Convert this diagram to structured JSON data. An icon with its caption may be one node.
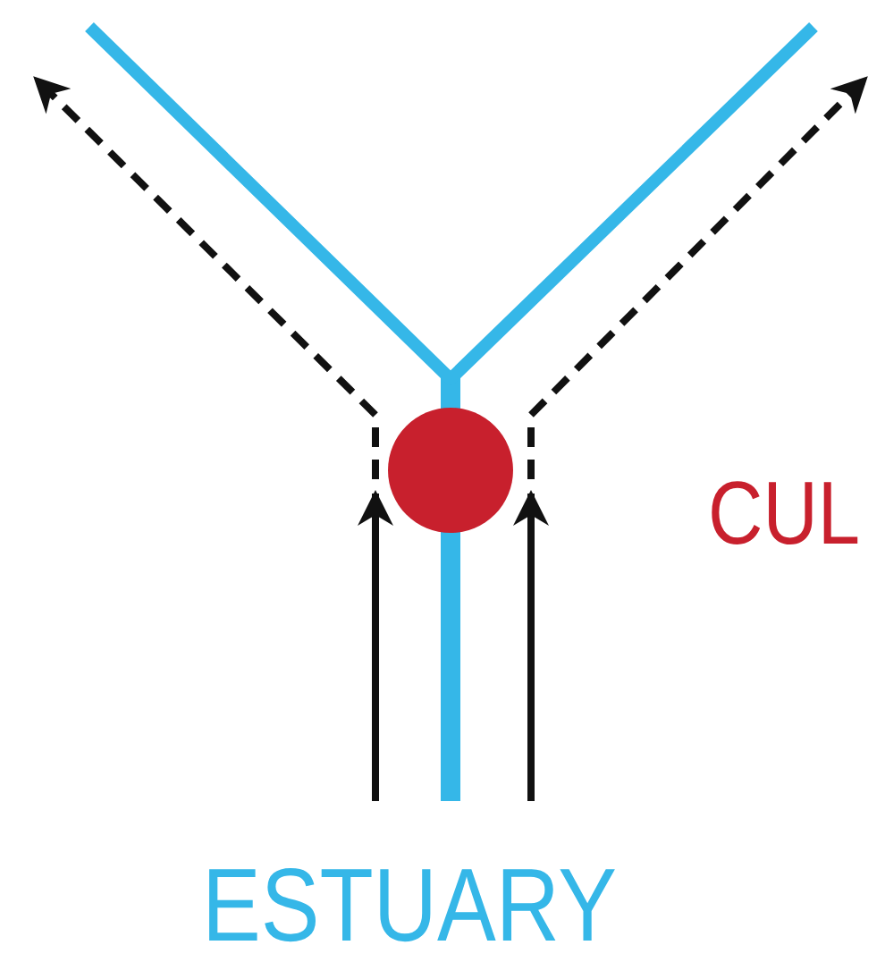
{
  "diagram": {
    "nodes": [
      {
        "text": [],
        "shape": "circle"
      }
    ],
    "labels": [
      "CUL",
      "ESTUARY"
    ]
  }
}
